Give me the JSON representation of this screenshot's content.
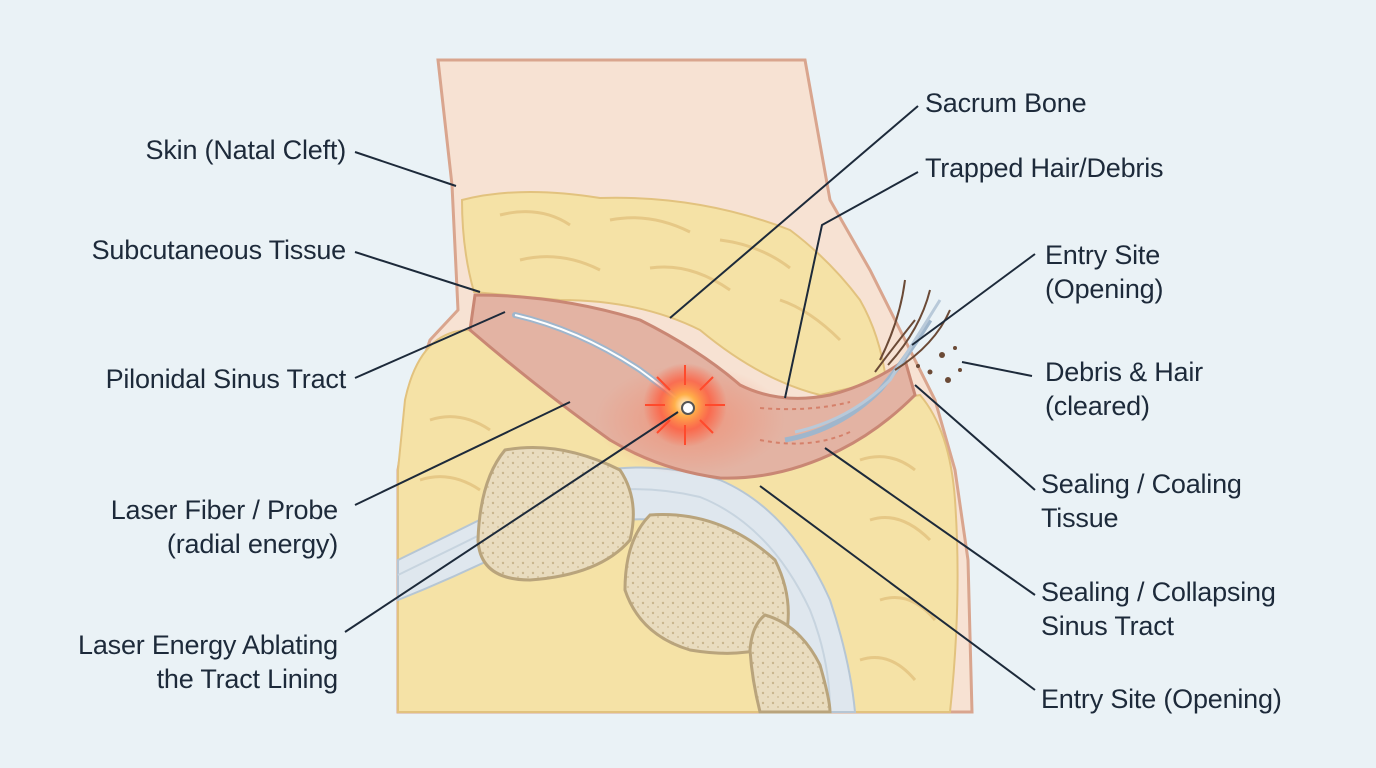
{
  "labels": {
    "skin": [
      "Skin (Natal Cleft)"
    ],
    "subcutaneous": [
      "Subcutaneous Tissue"
    ],
    "sinus_tract": [
      "Pilonidal Sinus Tract"
    ],
    "laser_fiber": [
      "Laser Fiber / Probe",
      "(radial energy)"
    ],
    "laser_energy": [
      "Laser Energy Ablating",
      "the Tract Lining"
    ],
    "sacrum": [
      "Sacrum Bone"
    ],
    "trapped_hair": [
      "Trapped Hair/Debris"
    ],
    "entry_site_top": [
      "Entry Site",
      "(Opening)"
    ],
    "debris_cleared": [
      "Debris & Hair",
      "(cleared)"
    ],
    "sealing_coaling": [
      "Sealing / Coaling",
      "Tissue"
    ],
    "sealing_collapsing": [
      "Sealing / Collapsing",
      "Sinus Tract"
    ],
    "entry_site_bottom": [
      "Entry Site (Opening)"
    ]
  },
  "colors": {
    "background": "#eaf2f6",
    "skin": "#f6dfd0",
    "fat": "#f5e2a6",
    "tract": "#e3b3a3",
    "bone": "#e9dfc6",
    "laser": "#ff5a3c",
    "probe": "#9fb6cc",
    "leader_line": "#1d2a3a"
  }
}
